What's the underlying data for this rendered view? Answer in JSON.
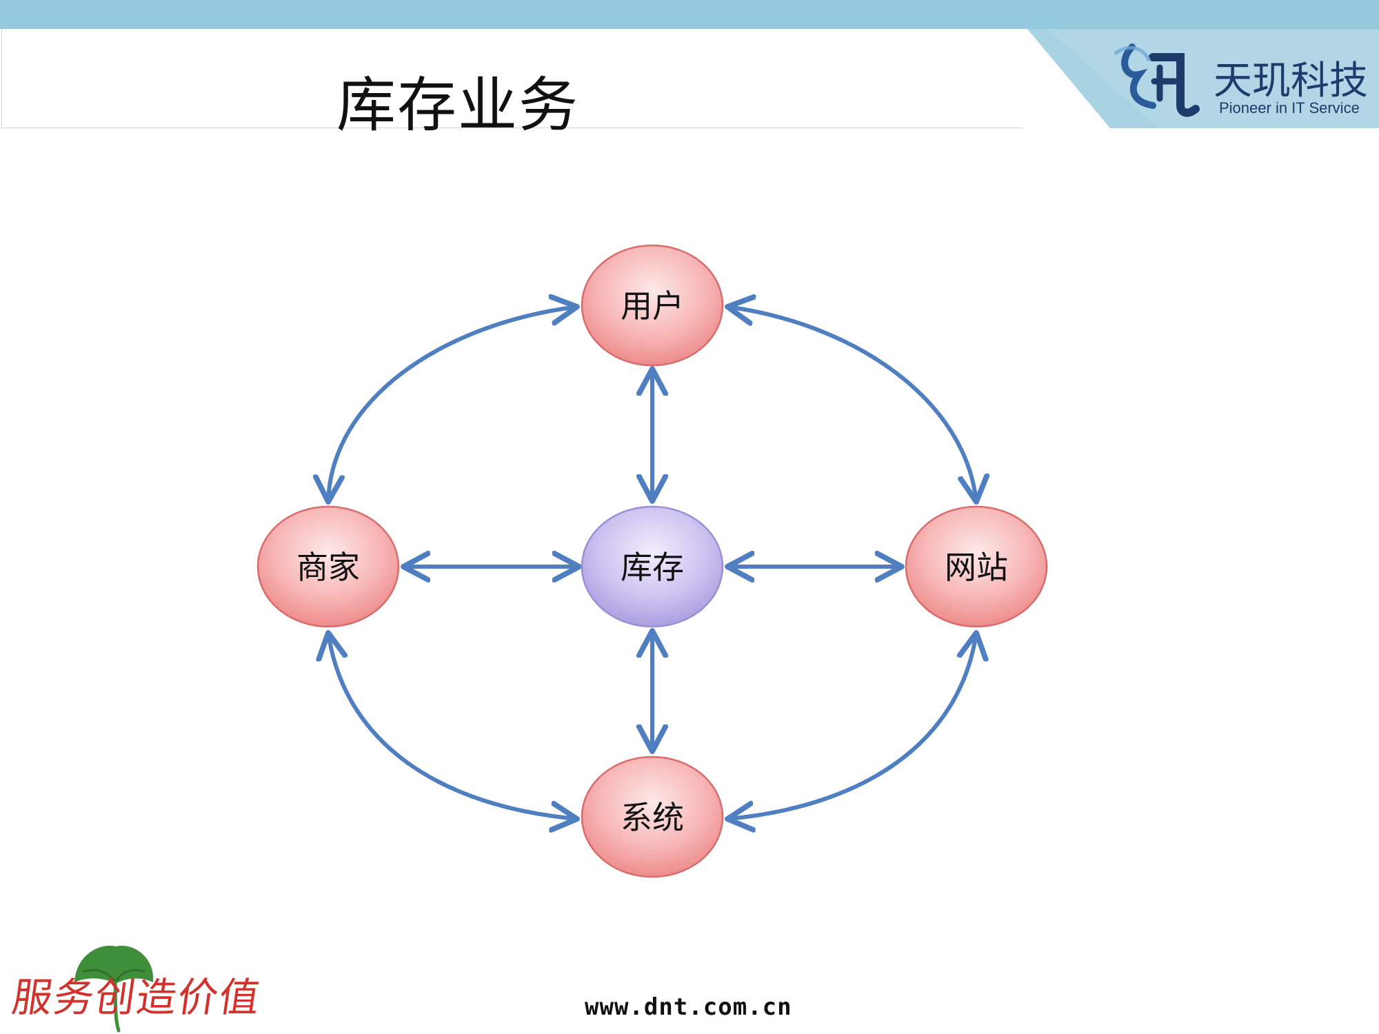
{
  "header": {
    "title": "库存业务",
    "brand_name": "天玑科技",
    "brand_tagline": "Pioneer in IT Service"
  },
  "diagram": {
    "nodes": {
      "user": "用户",
      "merchant": "商家",
      "inventory": "库存",
      "website": "网站",
      "system": "系统"
    },
    "edges": [
      [
        "用户",
        "库存"
      ],
      [
        "库存",
        "系统"
      ],
      [
        "商家",
        "库存"
      ],
      [
        "库存",
        "网站"
      ],
      [
        "用户",
        "商家"
      ],
      [
        "用户",
        "网站"
      ],
      [
        "商家",
        "系统"
      ],
      [
        "网站",
        "系统"
      ]
    ],
    "colors": {
      "node_fill": "#f59c9c",
      "center_fill": "#b8aee6",
      "arrow": "#4f7fc0"
    }
  },
  "footer": {
    "slogan": "服务创造价值",
    "website": "www.dnt.com.cn"
  },
  "theme": {
    "band_color": "#93cadd",
    "brand_color": "#1d3b6b"
  }
}
